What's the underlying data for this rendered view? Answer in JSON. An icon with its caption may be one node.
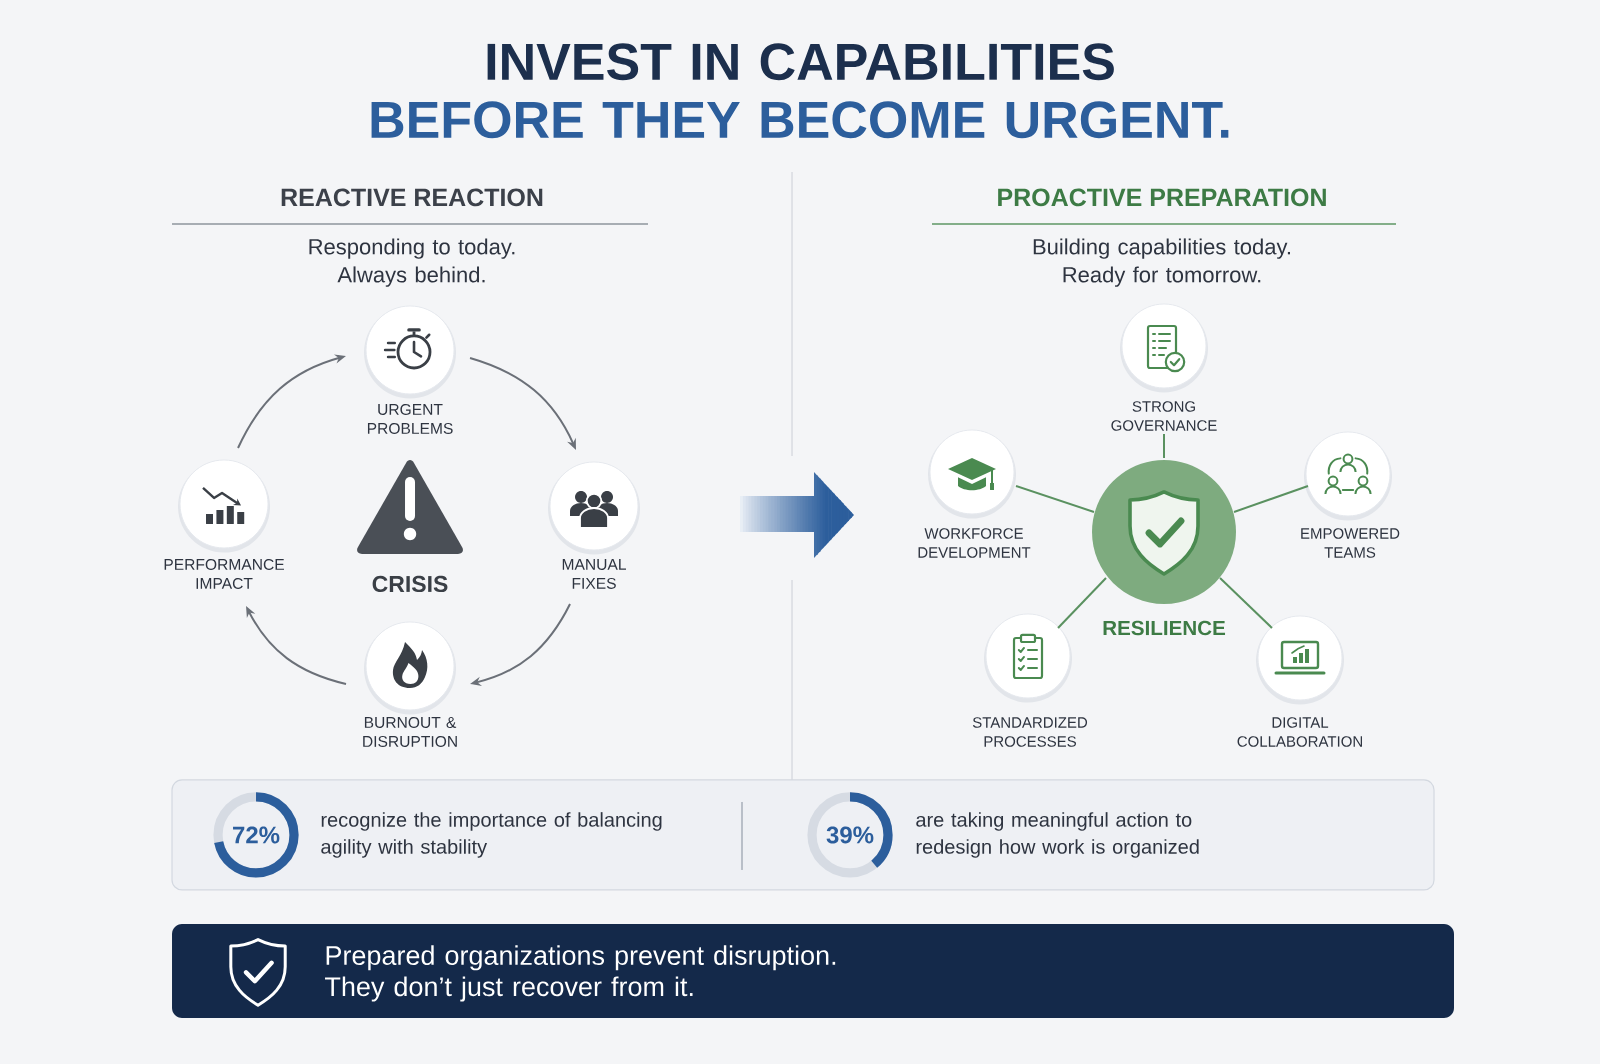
{
  "diagram": {
    "title": "INVEST IN CAPABILITIES BEFORE THEY BECOME URGENT.",
    "nodes": [
      {
        "text": [
          "URGENT PROBLEMS"
        ]
      },
      {
        "text": [
          "PERFORMANCE IMPACT"
        ]
      },
      {
        "text": [
          "CRISIS"
        ]
      },
      {
        "text": [
          "MANUAL FIXES"
        ]
      },
      {
        "text": [
          "BURNOUT & DISRUPTION"
        ]
      },
      {
        "text": [
          "STRONG GOVERNANCE"
        ]
      },
      {
        "text": [
          "WORKFORCE DEVELOPMENT"
        ]
      },
      {
        "text": [
          "RESILIENCE"
        ]
      },
      {
        "text": [
          "EMPOWERED TEAMS"
        ]
      },
      {
        "text": [
          "STANDARDIZED PROCESSES"
        ]
      },
      {
        "text": [
          "DIGITAL COLLABORATION"
        ]
      },
      {
        "text": [],
        "shape": "box"
      },
      {
        "text": [
          "72%"
        ],
        "in": 11,
        "beside": [
          "recognize the importance of balancing agility with stability"
        ]
      },
      {
        "text": [
          "39%"
        ],
        "in": 11,
        "beside": [
          "are taking meaningful action to redesign how work is organized"
        ]
      },
      {
        "text": [
          "Prepared organizations prevent disruption. They don’t just recover from it."
        ]
      }
    ],
    "edges": [
      {
        "from": 0,
        "to": 3,
        "arrow": "to",
        "color": "#6b7078"
      },
      {
        "from": 3,
        "to": 4,
        "arrow": "to",
        "color": "#6b7078"
      },
      {
        "from": 4,
        "to": 1,
        "arrow": "to",
        "color": "#6b7078"
      },
      {
        "from": 1,
        "to": 0,
        "arrow": "to",
        "color": "#6b7078"
      },
      {
        "from": 7,
        "to": 5,
        "arrow": "none"
      },
      {
        "from": 7,
        "to": 6,
        "arrow": "none"
      },
      {
        "from": 7,
        "to": 8,
        "arrow": "none"
      },
      {
        "from": 7,
        "to": 9,
        "arrow": "none"
      },
      {
        "from": 7,
        "to": 10,
        "arrow": "none"
      }
    ],
    "labels": [
      "REACTIVE REACTION",
      "Responding to today. Always behind.",
      "PROACTIVE PREPARATION",
      "Building capabilities today. Ready for tomorrow."
    ]
  }
}
